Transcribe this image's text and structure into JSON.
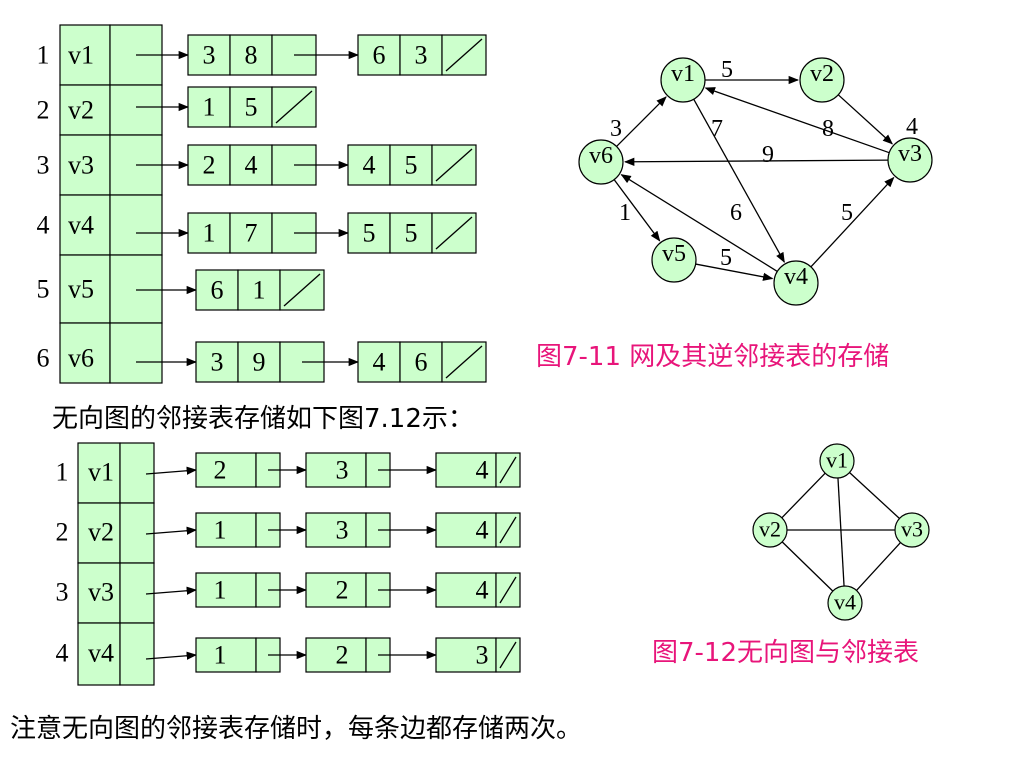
{
  "colors": {
    "cell_fill": "#ccffcc",
    "stroke": "#000000",
    "caption": "#e8157a"
  },
  "directed": {
    "caption": "图7-11 网及其逆邻接表的存储",
    "vertices": [
      {
        "idx": "1",
        "name": "v1"
      },
      {
        "idx": "2",
        "name": "v2"
      },
      {
        "idx": "3",
        "name": "v3"
      },
      {
        "idx": "4",
        "name": "v4"
      },
      {
        "idx": "5",
        "name": "v5"
      },
      {
        "idx": "6",
        "name": "v6"
      }
    ],
    "lists": [
      [
        {
          "adj": "3",
          "w": "8"
        },
        {
          "adj": "6",
          "w": "3"
        }
      ],
      [
        {
          "adj": "1",
          "w": "5"
        }
      ],
      [
        {
          "adj": "2",
          "w": "4"
        },
        {
          "adj": "4",
          "w": "5"
        }
      ],
      [
        {
          "adj": "1",
          "w": "7"
        },
        {
          "adj": "5",
          "w": "5"
        }
      ],
      [
        {
          "adj": "6",
          "w": "1"
        }
      ],
      [
        {
          "adj": "3",
          "w": "9"
        },
        {
          "adj": "4",
          "w": "6"
        }
      ]
    ],
    "graph_nodes": [
      "v1",
      "v2",
      "v3",
      "v4",
      "v5",
      "v6"
    ],
    "graph_edges": [
      {
        "from": "v1",
        "to": "v2",
        "w": "5"
      },
      {
        "from": "v2",
        "to": "v3",
        "w": "4"
      },
      {
        "from": "v3",
        "to": "v1",
        "w": "8"
      },
      {
        "from": "v3",
        "to": "v6",
        "w": "9"
      },
      {
        "from": "v1",
        "to": "v4",
        "w": "7"
      },
      {
        "from": "v4",
        "to": "v6",
        "w": "6"
      },
      {
        "from": "v6",
        "to": "v1",
        "w": "3"
      },
      {
        "from": "v6",
        "to": "v5",
        "w": "1"
      },
      {
        "from": "v5",
        "to": "v4",
        "w": "5"
      },
      {
        "from": "v4",
        "to": "v3",
        "w": "5"
      }
    ]
  },
  "mid_text": "无向图的邻接表存储如下图7.12示：",
  "undirected": {
    "caption": "图7-12无向图与邻接表",
    "vertices": [
      {
        "idx": "1",
        "name": "v1"
      },
      {
        "idx": "2",
        "name": "v2"
      },
      {
        "idx": "3",
        "name": "v3"
      },
      {
        "idx": "4",
        "name": "v4"
      }
    ],
    "lists": [
      [
        "2",
        "3",
        "4"
      ],
      [
        "1",
        "3",
        "4"
      ],
      [
        "1",
        "2",
        "4"
      ],
      [
        "1",
        "2",
        "3"
      ]
    ],
    "graph_nodes": [
      "v1",
      "v2",
      "v3",
      "v4"
    ],
    "graph_edges": [
      [
        "v1",
        "v2"
      ],
      [
        "v1",
        "v3"
      ],
      [
        "v1",
        "v4"
      ],
      [
        "v2",
        "v3"
      ],
      [
        "v2",
        "v4"
      ],
      [
        "v3",
        "v4"
      ]
    ]
  },
  "bottom_text": "注意无向图的邻接表存储时，每条边都存储两次。"
}
